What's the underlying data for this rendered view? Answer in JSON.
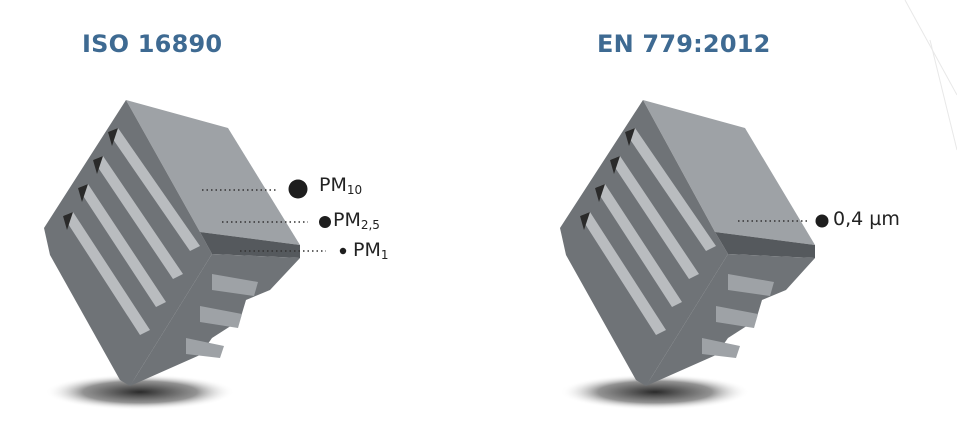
{
  "left": {
    "title": "ISO 16890",
    "labels": [
      {
        "base": "PM",
        "sub": "10"
      },
      {
        "base": "PM",
        "sub": "2,5"
      },
      {
        "base": "PM",
        "sub": "1"
      }
    ]
  },
  "right": {
    "title": "EN 779:2012",
    "label": "0,4 µm"
  },
  "colors": {
    "title": "#3e6a92",
    "filter_body": "#6f7377",
    "filter_dark": "#55595d",
    "filter_light": "#9ea2a6",
    "stripe": "#b9bcbf",
    "shadow": "#2a2a2a",
    "dot": "#1e1e1e"
  }
}
